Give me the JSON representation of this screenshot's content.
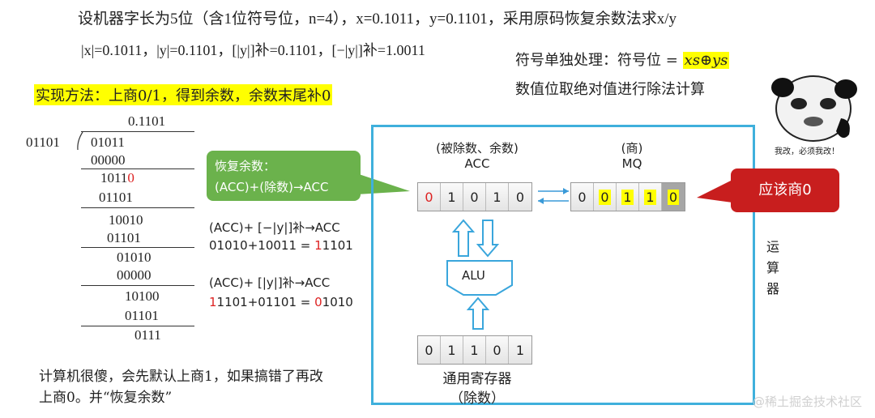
{
  "title": "设机器字长为5位（含1位符号位，n=4），x=0.1011，y=0.1101，采用原码恢复余数法求x/y",
  "formula": "|x|=0.1011，|y|=0.1101，[|y|]补=0.1101，[−|y|]补=1.0011",
  "method_highlight": "实现方法：上商0/1，得到余数，余数末尾补0",
  "sign_handling_prefix": "符号单独处理：符号位 =",
  "sign_xor": "xs⊕ys",
  "abs_division": "数值位取绝对值进行除法计算",
  "division": {
    "quotient": "0.1101",
    "divisor": "01101",
    "rows": [
      "01011",
      "00000",
      "10110",
      "01101",
      "10010",
      "01101",
      "01010",
      "00000",
      "10100",
      "01101",
      "0111"
    ]
  },
  "green_callout": {
    "line1": "恢复余数：",
    "line2": "(ACC)+(除数)→ACC"
  },
  "ops": {
    "op1_title": "(ACC)+ [−|y|]补→ACC",
    "op1_expr_a": "01010+10011 = ",
    "op1_expr_red": "1",
    "op1_expr_b": "1101",
    "op2_title": "(ACC)+ [|y|]补→ACC",
    "op2_expr_red1": "1",
    "op2_expr_a": "1101+01101 = ",
    "op2_expr_red2": "0",
    "op2_expr_b": "1010"
  },
  "acc": {
    "label1": "(被除数、余数)",
    "label2": "ACC",
    "cells": [
      "0",
      "1",
      "0",
      "1",
      "0"
    ]
  },
  "mq": {
    "label1": "(商)",
    "label2": "MQ",
    "cells": [
      "0",
      "0",
      "1",
      "1",
      "0"
    ]
  },
  "alu": "ALU",
  "general_reg": {
    "label1": "通用寄存器",
    "label2": "（除数）",
    "cells": [
      "0",
      "1",
      "1",
      "0",
      "1"
    ]
  },
  "unit_label": "运算器",
  "red_callout": "应该商0",
  "bottom_note": "计算机很傻，会先默认上商1，如果搞错了再改上商0。并“恢复余数”",
  "panda_caption": "我改，必须我改！",
  "watermark": "@稀土掘金技术社区",
  "colors": {
    "highlight": "#ffff00",
    "green": "#6bb24c",
    "red": "#c81e1e",
    "frame": "#3fb0dc"
  }
}
